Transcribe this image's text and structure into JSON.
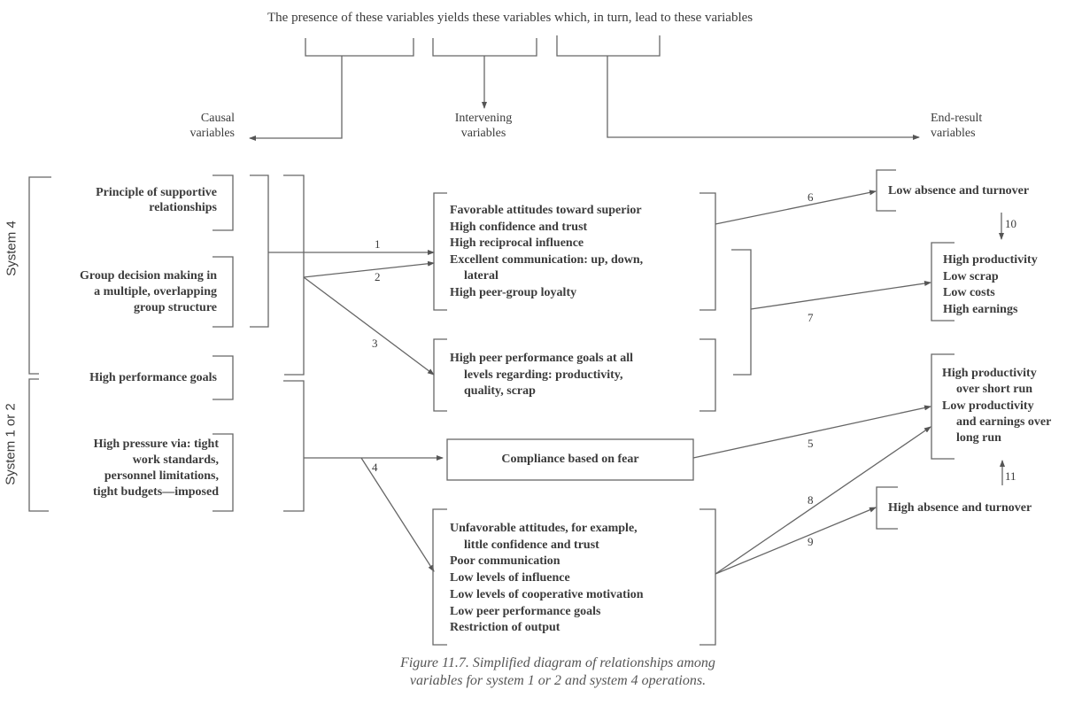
{
  "header": {
    "sentence": "The presence of these variables yields these variables which, in turn, lead to these variables",
    "causal_label": [
      "Causal",
      "variables"
    ],
    "intervening_label": [
      "Intervening",
      "variables"
    ],
    "end_result_label": [
      "End-result",
      "variables"
    ]
  },
  "systems": {
    "system4": "System 4",
    "system12": "System 1 or 2"
  },
  "causal": {
    "supportive": [
      "Principle of supportive",
      "relationships"
    ],
    "group_decision": [
      "Group decision making in",
      "a multiple, overlapping",
      "group structure"
    ],
    "performance_goals": "High performance goals",
    "high_pressure": [
      "High pressure via: tight",
      "work standards,",
      "personnel limitations,",
      "tight budgets—imposed"
    ]
  },
  "intervening": {
    "favorable": [
      {
        "text": "Favorable attitudes toward superior",
        "indent": false
      },
      {
        "text": "High confidence and trust",
        "indent": false
      },
      {
        "text": "High reciprocal influence",
        "indent": false
      },
      {
        "text": "Excellent communication: up, down,",
        "indent": false
      },
      {
        "text": "lateral",
        "indent": true
      },
      {
        "text": "High peer-group loyalty",
        "indent": false
      }
    ],
    "peer_goals": [
      {
        "text": "High peer performance goals at all",
        "indent": false
      },
      {
        "text": "levels regarding: productivity,",
        "indent": true
      },
      {
        "text": "quality, scrap",
        "indent": true
      }
    ],
    "compliance": "Compliance based on fear",
    "unfavorable": [
      {
        "text": "Unfavorable attitudes, for example,",
        "indent": false
      },
      {
        "text": "little confidence and trust",
        "indent": true
      },
      {
        "text": "Poor communication",
        "indent": false
      },
      {
        "text": "Low levels of influence",
        "indent": false
      },
      {
        "text": "Low levels of cooperative motivation",
        "indent": false
      },
      {
        "text": "Low peer performance goals",
        "indent": false
      },
      {
        "text": "Restriction of output",
        "indent": false
      }
    ]
  },
  "end_result": {
    "low_absence": "Low absence and turnover",
    "high_productivity": [
      {
        "text": "High productivity",
        "indent": false
      },
      {
        "text": "Low scrap",
        "indent": false
      },
      {
        "text": "Low costs",
        "indent": false
      },
      {
        "text": "High earnings",
        "indent": false
      }
    ],
    "short_run": [
      {
        "text": "High productivity",
        "indent": false
      },
      {
        "text": "over short run",
        "indent": true
      },
      {
        "text": "Low productivity",
        "indent": false
      },
      {
        "text": "and earnings over",
        "indent": true
      },
      {
        "text": "long run",
        "indent": true
      }
    ],
    "high_absence": "High absence and turnover"
  },
  "arrows": {
    "a1": "1",
    "a2": "2",
    "a3": "3",
    "a4": "4",
    "a5": "5",
    "a6": "6",
    "a7": "7",
    "a8": "8",
    "a9": "9",
    "a10": "10",
    "a11": "11"
  },
  "caption": [
    "Figure 11.7.  Simplified diagram of relationships among",
    "variables for system 1 or 2 and system 4 operations."
  ],
  "colors": {
    "line": "#555555",
    "text": "#3b3b3b"
  }
}
